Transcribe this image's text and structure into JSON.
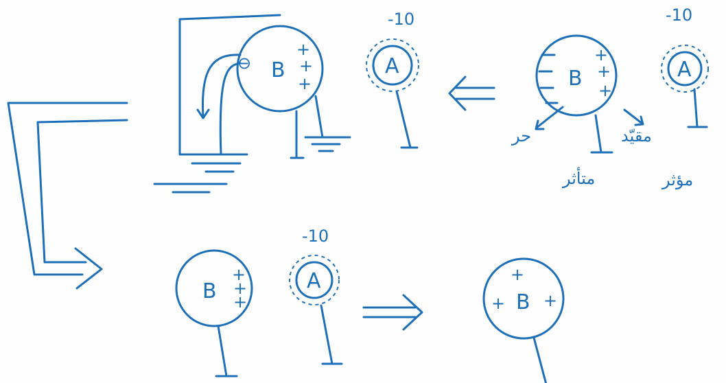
{
  "sphere_labels": {
    "a": "A",
    "b": "B"
  },
  "charge_value": "-10",
  "signs": {
    "plus": "+",
    "minus": "-",
    "minus_circle": "⊖"
  },
  "arabic": {
    "fixed": "مقيّد",
    "free": "حر",
    "affected": "متأثر",
    "effector": "مؤثر"
  }
}
